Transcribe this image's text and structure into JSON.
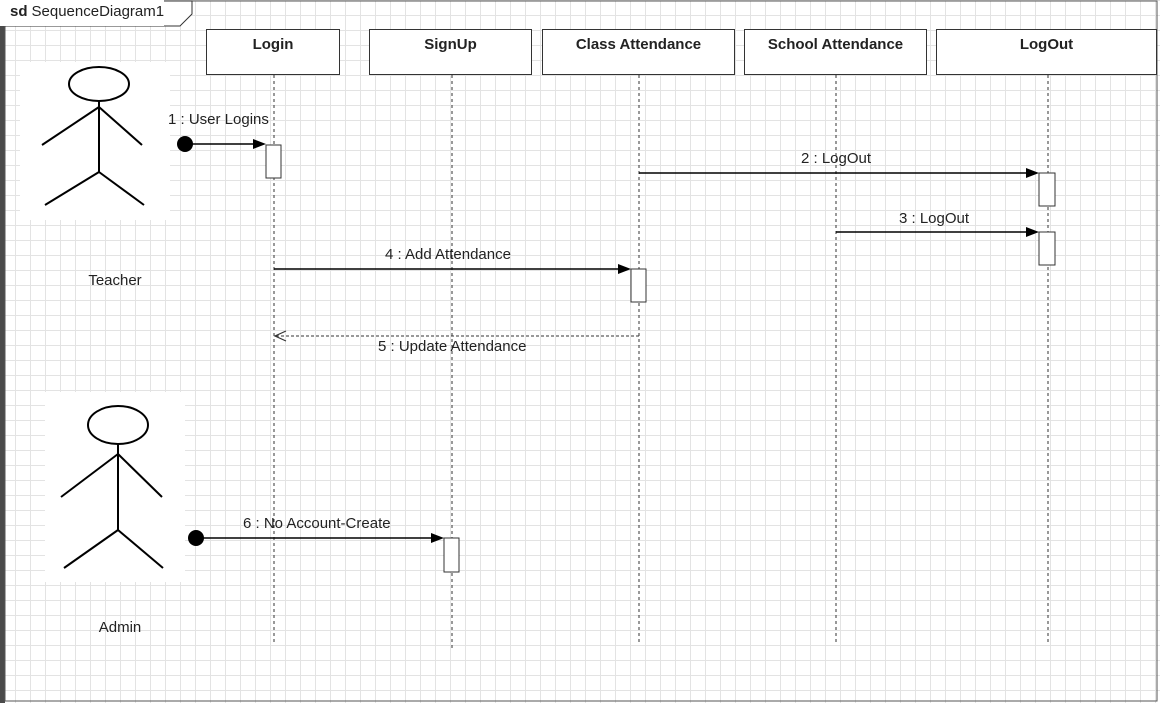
{
  "frame": {
    "keyword": "sd",
    "name": "SequenceDiagram1"
  },
  "lifelines": [
    {
      "name": "Login"
    },
    {
      "name": "SignUp"
    },
    {
      "name": "Class Attendance"
    },
    {
      "name": "School Attendance"
    },
    {
      "name": "LogOut"
    }
  ],
  "actors": [
    {
      "name": "Teacher"
    },
    {
      "name": "Admin"
    }
  ],
  "messages": [
    {
      "label": "1 : User Logins"
    },
    {
      "label": "2 : LogOut"
    },
    {
      "label": "3 : LogOut"
    },
    {
      "label": "4 : Add Attendance"
    },
    {
      "label": "5 : Update Attendance"
    },
    {
      "label": "6 : No Account-Create"
    }
  ]
}
